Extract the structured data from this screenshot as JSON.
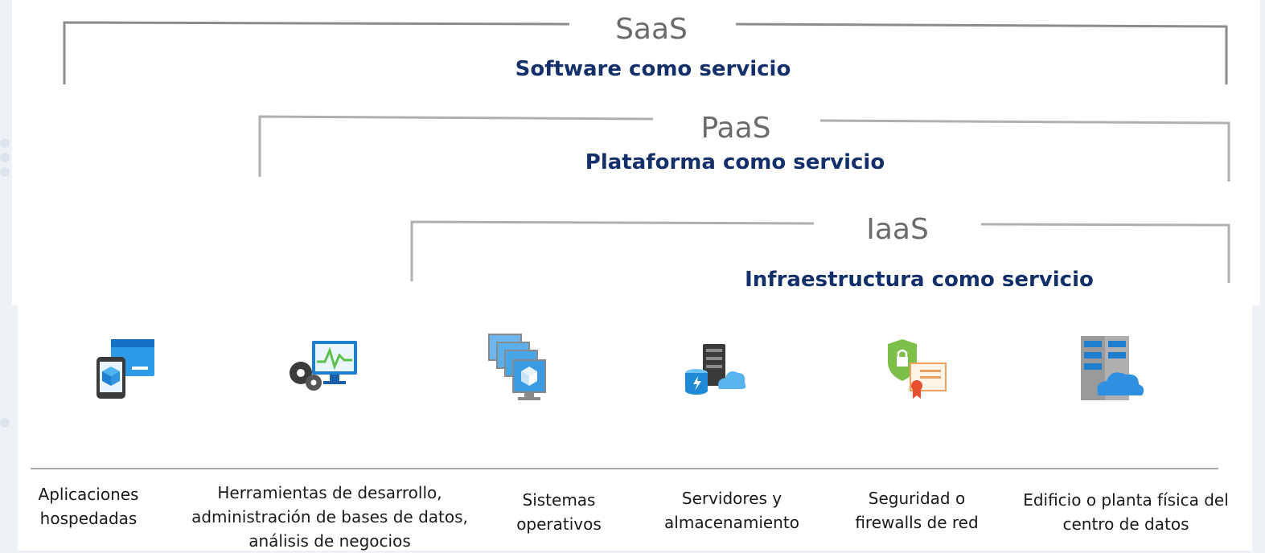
{
  "tiers": {
    "saas": {
      "acronym": "SaaS",
      "name": "Software como servicio"
    },
    "paas": {
      "acronym": "PaaS",
      "name": "Plataforma como servicio"
    },
    "iaas": {
      "acronym": "IaaS",
      "name": "Infraestructura como servicio"
    }
  },
  "components": [
    {
      "label": "Aplicaciones hospedadas",
      "icon": "hosted-apps-icon"
    },
    {
      "label": "Herramientas de desarrollo, administración de bases de datos, análisis de negocios",
      "icon": "dev-tools-icon"
    },
    {
      "label": "Sistemas operativos",
      "icon": "operating-systems-icon"
    },
    {
      "label": "Servidores y almacenamiento",
      "icon": "servers-storage-icon"
    },
    {
      "label": "Seguridad o firewalls de red",
      "icon": "security-firewall-icon"
    },
    {
      "label": "Edificio o planta física del centro de datos",
      "icon": "datacenter-icon"
    }
  ],
  "colors": {
    "acronym": "#6b6b6b",
    "tier_name": "#14306a",
    "bracket": "#9a9a9a",
    "icon_blue": "#1e88d6"
  }
}
